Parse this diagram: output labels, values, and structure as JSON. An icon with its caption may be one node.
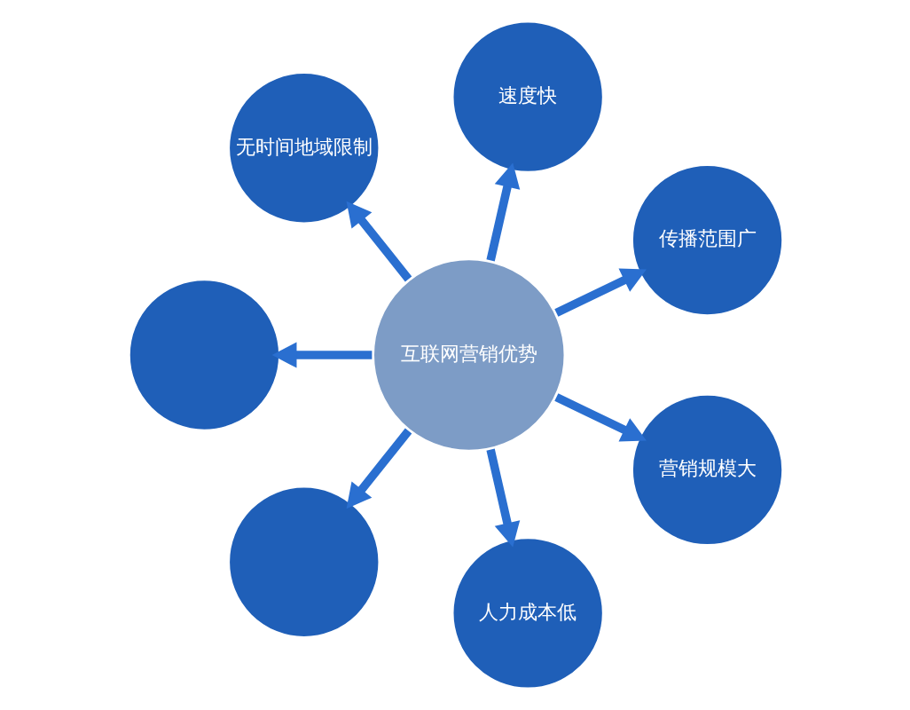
{
  "diagram": {
    "nodes": [
      {
        "text": [
          "互联网营销优势"
        ]
      },
      {
        "text": [
          "传播范围广"
        ]
      },
      {
        "text": [
          "速度快"
        ]
      },
      {
        "text": [
          "无时间地域限制"
        ]
      },
      {
        "text": [],
        "shape": "circle"
      },
      {
        "text": [],
        "shape": "circle"
      },
      {
        "text": [
          "人力成本低"
        ]
      },
      {
        "text": [
          "营销规模大"
        ]
      }
    ],
    "edges": [
      {
        "from": 0,
        "to": 1,
        "arrow": "to"
      },
      {
        "from": 0,
        "to": 2,
        "arrow": "to"
      },
      {
        "from": 0,
        "to": 3,
        "arrow": "to"
      },
      {
        "from": 0,
        "to": 4,
        "arrow": "to"
      },
      {
        "from": 0,
        "to": 5,
        "arrow": "to"
      },
      {
        "from": 0,
        "to": 6,
        "arrow": "to"
      },
      {
        "from": 0,
        "to": 7,
        "arrow": "to"
      }
    ]
  }
}
